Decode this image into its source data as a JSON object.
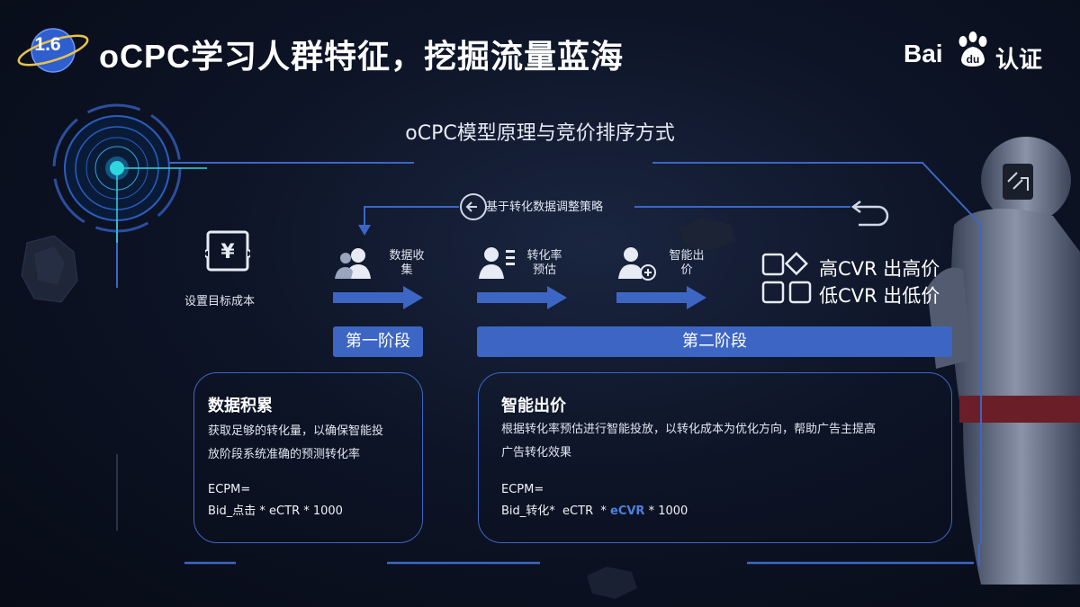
{
  "header": {
    "section_number": "1.6",
    "title": "oCPC学习人群特征，挖掘流量蓝海",
    "logo": {
      "text": "Bai",
      "suffix": "认证"
    }
  },
  "subtitle": "oCPC模型原理与竞价排序方式",
  "loop": {
    "label": "基于转化数据调整策略"
  },
  "steps": {
    "target": "设置目标成本",
    "collect_line1": "数据收",
    "collect_line2": "集",
    "cvr_predict_line1": "转化率",
    "cvr_predict_line2": "预估",
    "smart_bid_line1": "智能出",
    "smart_bid_line2": "价"
  },
  "results": {
    "high": "高CVR 出高价",
    "low": "低CVR 出低价"
  },
  "stages": {
    "stage1": "第一阶段",
    "stage2": "第二阶段"
  },
  "cards": {
    "data": {
      "title": "数据积累",
      "body_line1": "获取足够的转化量，以确保智能投",
      "body_line2": "放阶段系统准确的预测转化率",
      "formula_line1": "ECPM=",
      "formula_line2": "Bid_点击 * eCTR * 1000"
    },
    "bid": {
      "title": "智能出价",
      "body_line1": "根据转化率预估进行智能投放，以转化成本为优化方向，帮助广告主提高",
      "body_line2": "广告转化效果",
      "formula_line1": "ECPM=",
      "formula_prefix": "Bid_转化*  eCTR  * ",
      "formula_accent": "eCVR",
      "formula_suffix": " * 1000"
    }
  },
  "colors": {
    "accent": "#3d66c4",
    "accent_text": "#4f7fe0",
    "cyan": "#2fd6e0",
    "background": "#0d1426"
  },
  "icons": [
    "planet-badge",
    "baidu-paw-logo",
    "radar-target",
    "ticket-yen-icon",
    "users-icon",
    "user-list-icon",
    "user-add-icon",
    "undo-arrow-icon",
    "back-arrow-circle-icon",
    "shapes-icon"
  ]
}
